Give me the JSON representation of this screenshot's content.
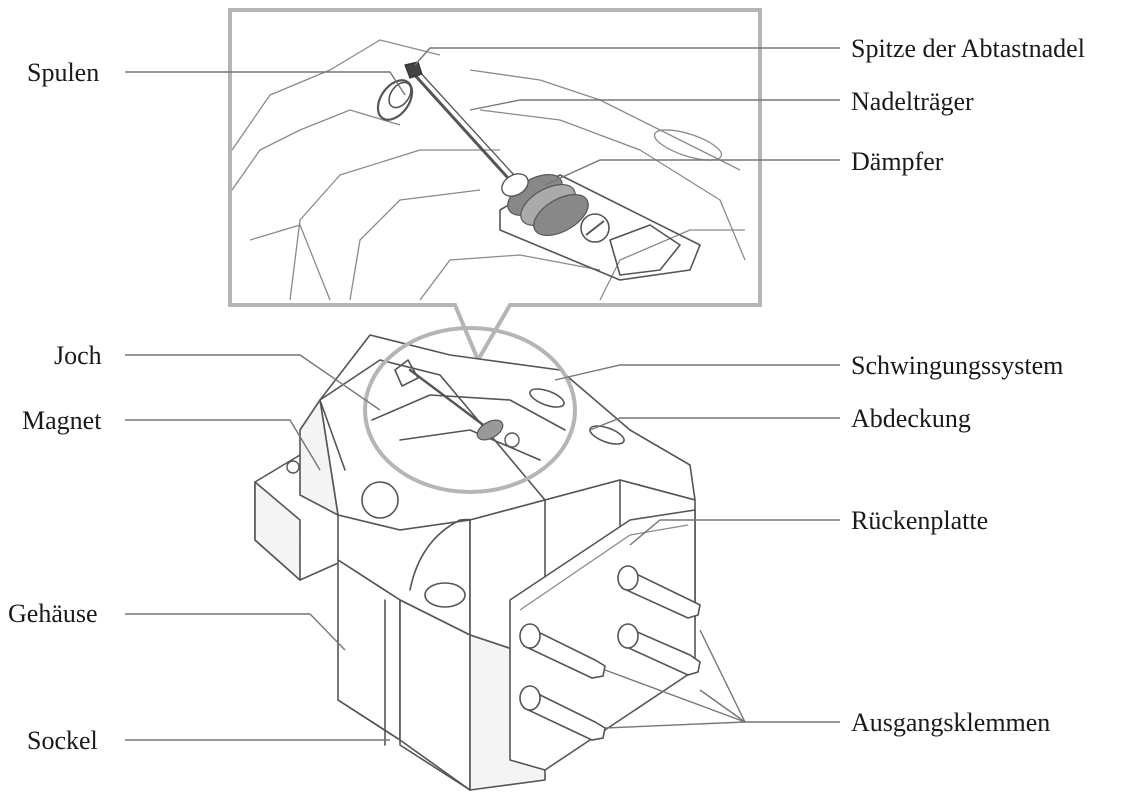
{
  "labels": {
    "spulen": "Spulen",
    "spitze": "Spitze der Abtastnadel",
    "nadeltraeger": "Nadelträger",
    "daempfer": "Dämpfer",
    "joch": "Joch",
    "magnet": "Magnet",
    "schwingungssystem": "Schwingungssystem",
    "abdeckung": "Abdeckung",
    "rueckenplatte": "Rückenplatte",
    "gehaeuse": "Gehäuse",
    "sockel": "Sockel",
    "ausgangsklemmen": "Ausgangsklemmen"
  }
}
